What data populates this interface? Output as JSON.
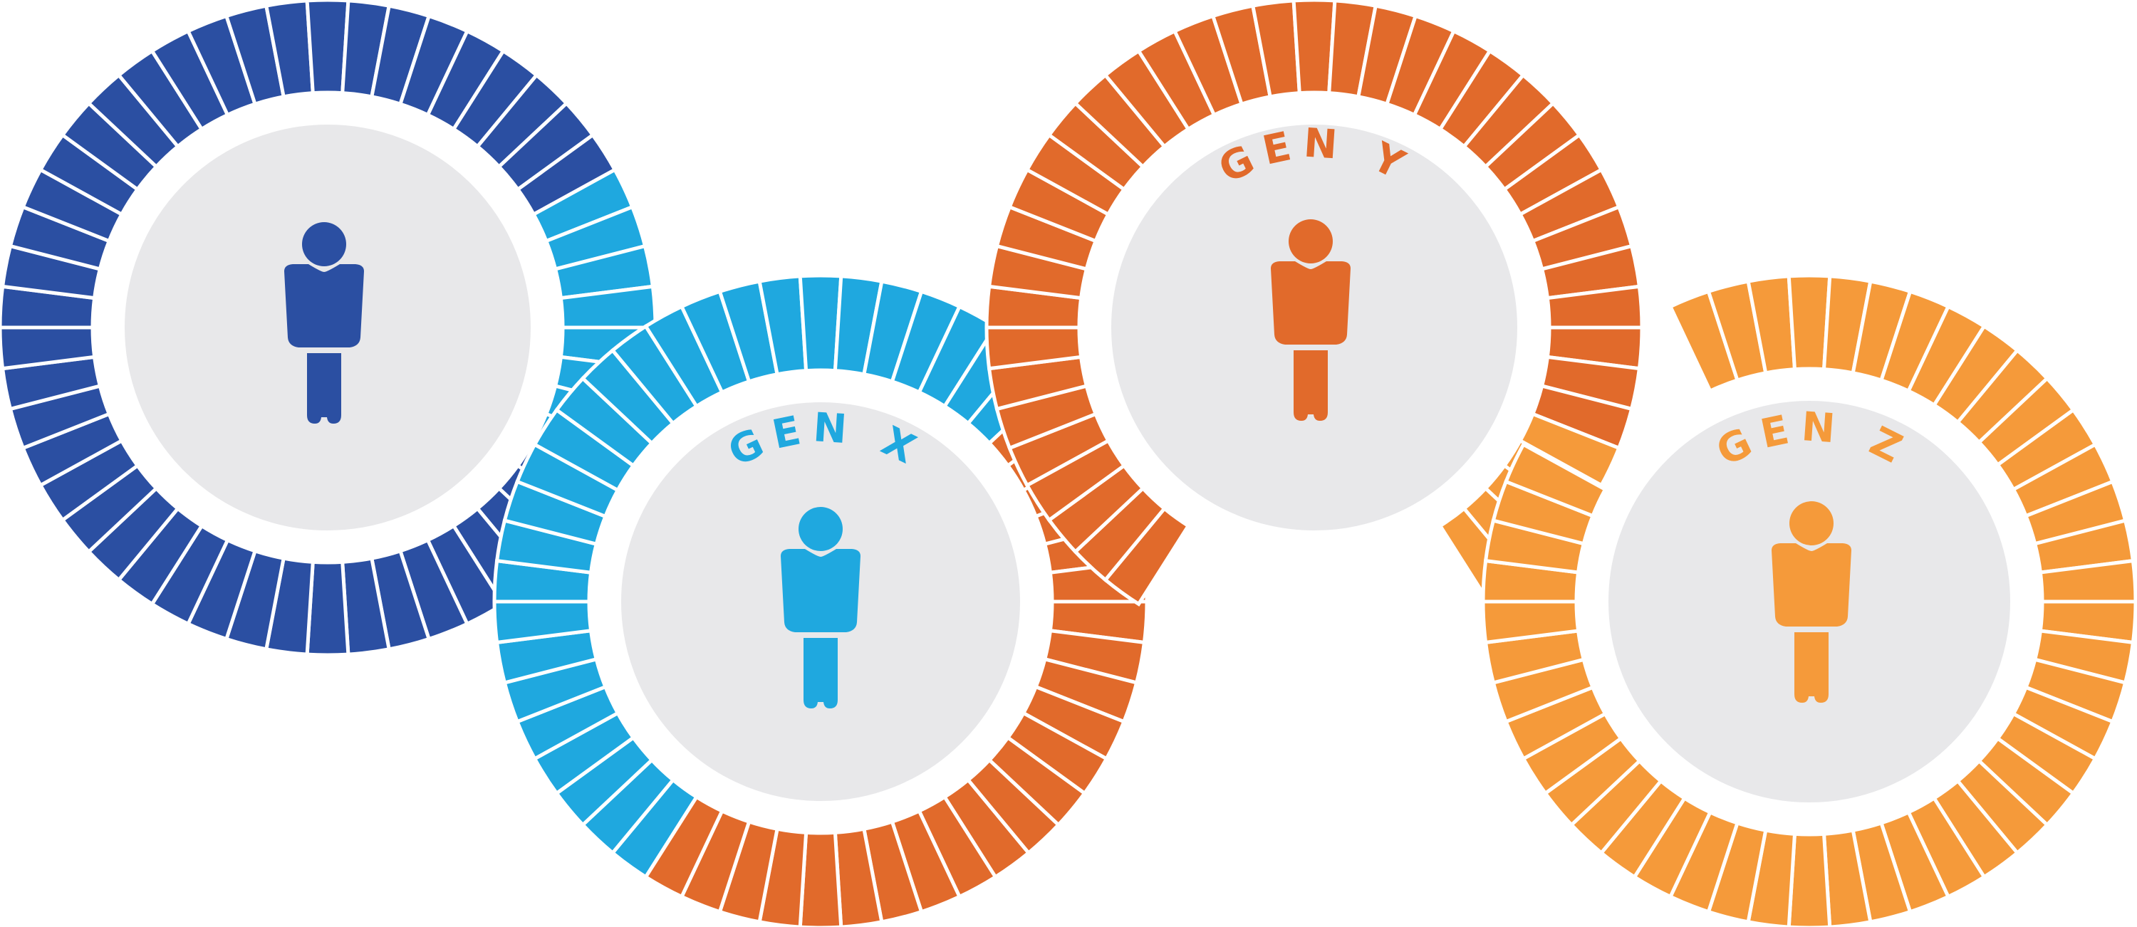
{
  "colors": {
    "background": "#ffffff",
    "inner_circle": "#e8e8ea",
    "divider": "#ffffff",
    "navy": "#2b4fa2",
    "light_blue": "#1fa8df",
    "dark_orange": "#e16a2b",
    "light_orange": "#f59a3a"
  },
  "icons": {
    "person": "person-icon"
  },
  "generations": [
    {
      "id": "boomers",
      "label": "",
      "color": "#2b4fa2",
      "icon": "person-icon"
    },
    {
      "id": "gen-x",
      "label": "GEN X",
      "color": "#1fa8df",
      "icon": "person-icon"
    },
    {
      "id": "gen-y",
      "label": "GEN Y",
      "color": "#e16a2b",
      "icon": "person-icon"
    },
    {
      "id": "gen-z",
      "label": "GEN Z",
      "color": "#f59a3a",
      "icon": "person-icon"
    }
  ]
}
